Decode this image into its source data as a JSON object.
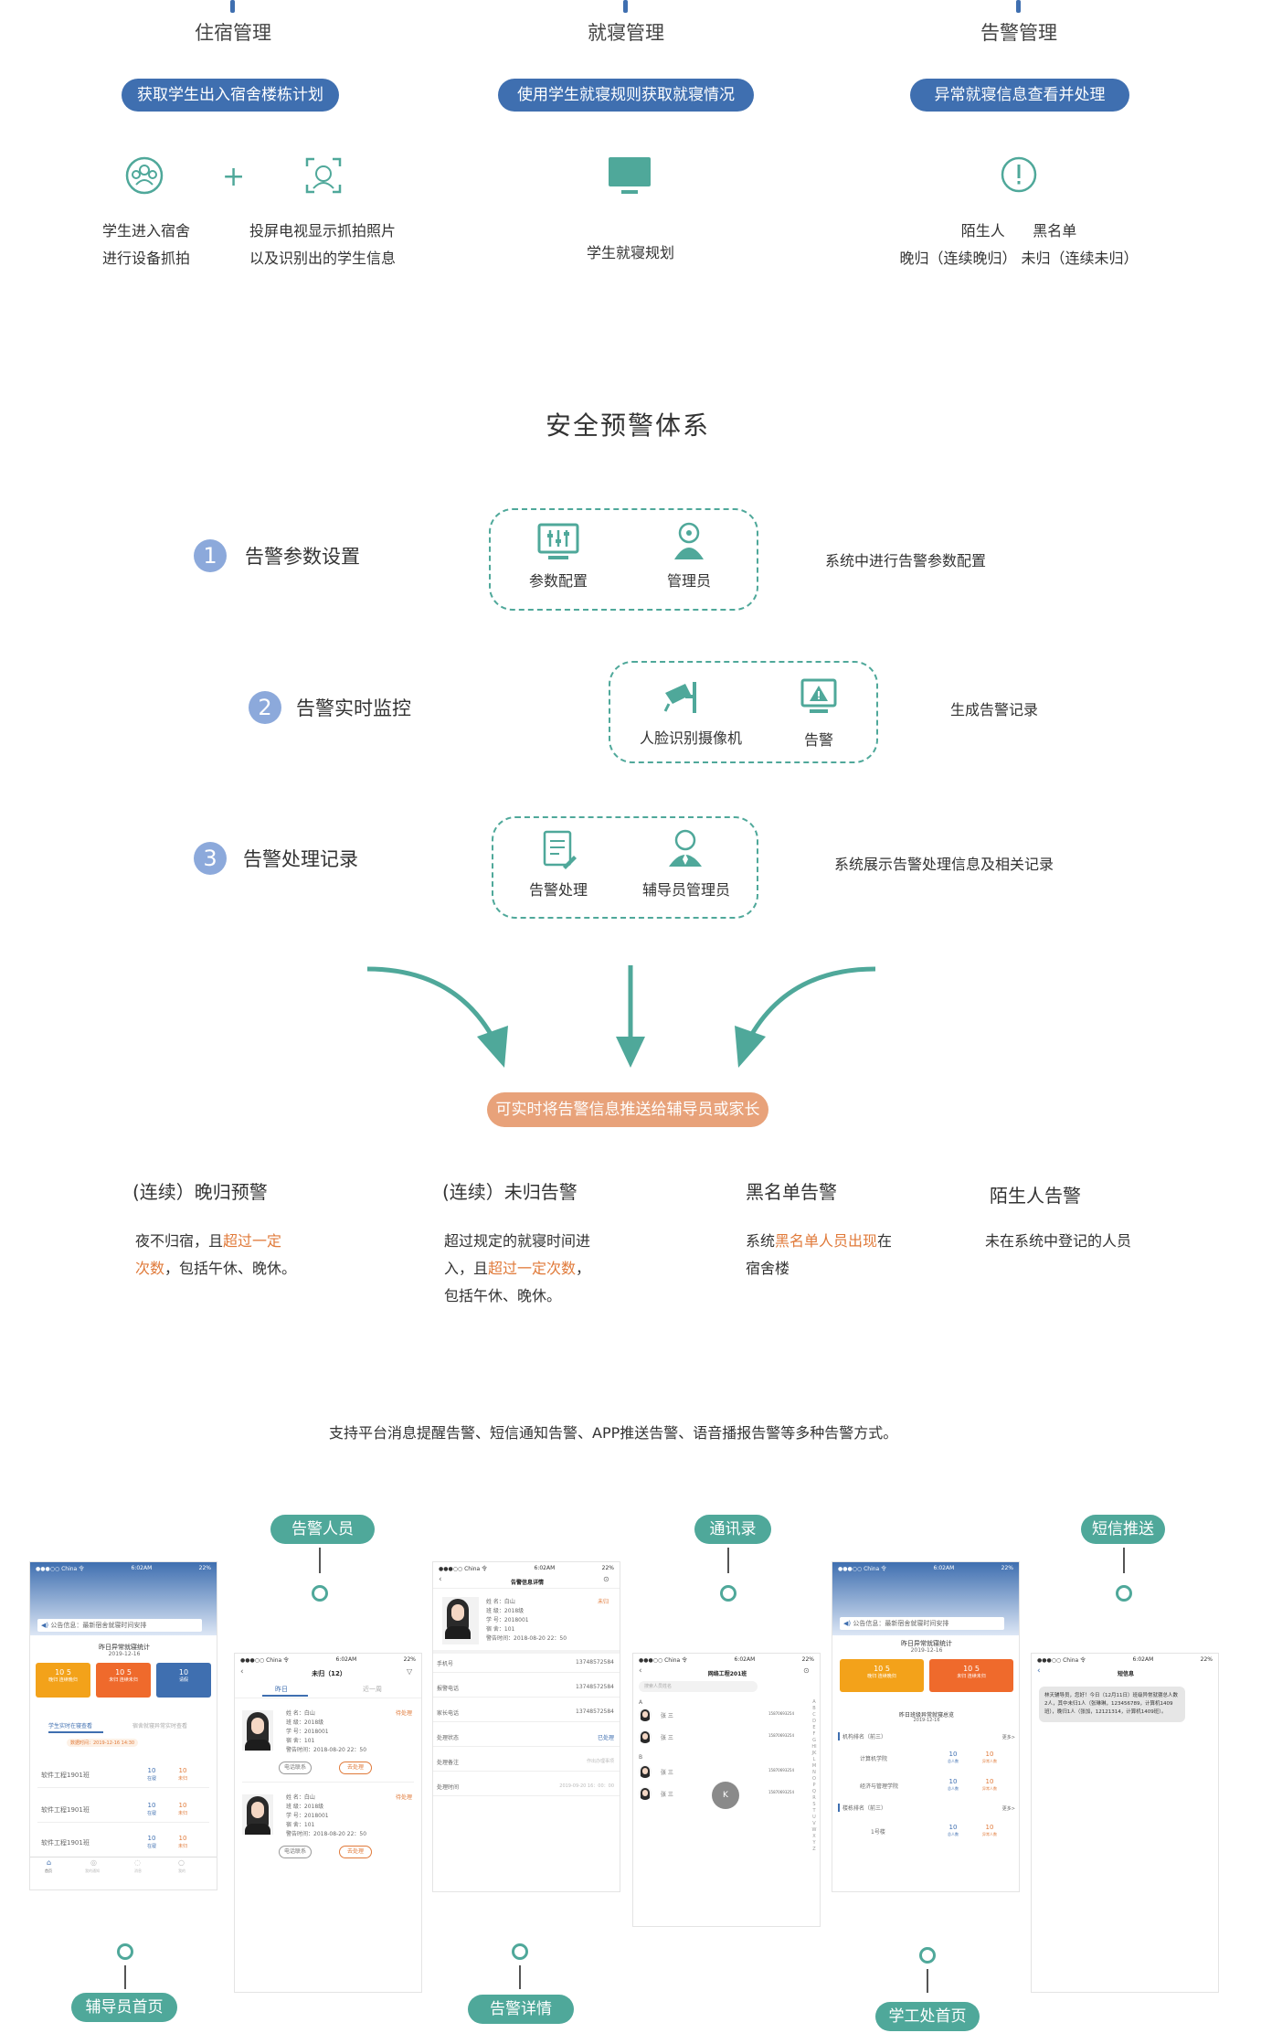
{
  "top": {
    "cols": [
      {
        "title": "住宿管理",
        "pill": "获取学生出入宿舍楼栋计划",
        "items": [
          "学生进入宿舍\n进行设备抓拍",
          "投屏电视显示抓拍照片\n以及识别出的学生信息"
        ],
        "plus": "+"
      },
      {
        "title": "就寝管理",
        "pill": "使用学生就寝规则获取就寝情况",
        "items": [
          "学生就寝规划"
        ]
      },
      {
        "title": "告警管理",
        "pill": "异常就寝信息查看并处理",
        "items": [
          "陌生人      黑名单\n晚归（连续晚归） 未归（连续未归）"
        ]
      }
    ]
  },
  "safety": {
    "title": "安全预警体系",
    "steps": [
      {
        "num": "1",
        "label": "告警参数设置",
        "sub": [
          "参数配置",
          "管理员"
        ],
        "desc": "系统中进行告警参数配置"
      },
      {
        "num": "2",
        "label": "告警实时监控",
        "sub": [
          "人脸识别摄像机",
          "告警"
        ],
        "desc": "生成告警记录"
      },
      {
        "num": "3",
        "label": "告警处理记录",
        "sub": [
          "告警处理",
          "辅导员管理员"
        ],
        "desc": "系统展示告警处理信息及相关记录"
      }
    ],
    "push_pill": "可实时将告警信息推送给辅导员或家长"
  },
  "categories": [
    {
      "title": "(连续）晚归预警",
      "desc_pre": "夜不归宿，且",
      "desc_hl": "超过一定\n次数",
      "desc_post": "，包括午休、晚休。"
    },
    {
      "title": "(连续）未归告警",
      "desc_pre": "超过规定的就寝时间进\n入，且",
      "desc_hl": "超过一定次数",
      "desc_post": "，\n包括午休、晚休。"
    },
    {
      "title": "黑名单告警",
      "desc_pre": "系统",
      "desc_hl": "黑名单人员出现",
      "desc_post": "在\n宿舍楼"
    },
    {
      "title": "陌生人告警",
      "desc_pre": "未在系统中登记的人员",
      "desc_hl": "",
      "desc_post": ""
    }
  ],
  "support_text": "支持平台消息提醒告警、短信通知告警、APP推送告警、语音播报告警等多种告警方式。",
  "phone_labels": {
    "top": [
      "告警人员",
      "通讯录",
      "短信推送"
    ],
    "bottom": [
      "辅导员首页",
      "告警详情",
      "学工处首页"
    ]
  },
  "phones": {
    "status": {
      "carrier": "●●●○○ China 令",
      "time": "6:02AM",
      "battery": "22%"
    },
    "home": {
      "notice": "公告信息：最新宿舍就寝时间安排",
      "stat_title": "昨日异常就寝统计",
      "stat_date": "2019-12-16",
      "tiles": [
        {
          "n": "10  5",
          "l": "晚归  连续晚归"
        },
        {
          "n": "10  5",
          "l": "未归  连续未归"
        },
        {
          "n": "10",
          "l": "请假"
        }
      ],
      "tabs": [
        "学生实时在寝查看",
        "宿舍就寝异常实时查看"
      ],
      "refresh": "数据时间：2019-12-16 14:30",
      "rows": [
        {
          "name": "软件工程1901班",
          "a": "10",
          "al": "在寝",
          "b": "10",
          "bl": "未归"
        },
        {
          "name": "软件工程1901班",
          "a": "10",
          "al": "在寝",
          "b": "10",
          "bl": "未归"
        },
        {
          "name": "软件工程1901班",
          "a": "10",
          "al": "在寝",
          "b": "10",
          "bl": "未归"
        }
      ],
      "nav": [
        "首页",
        "我的通知",
        "消息",
        "我的"
      ]
    },
    "alarm_list": {
      "title": "未归（12）",
      "tabs": [
        "昨日",
        "近一周"
      ],
      "person": {
        "name": "姓    名：白山",
        "cls": "班    级：2018级",
        "id": "学    号：2018001",
        "room": "宿    舍：101",
        "time": "警告时间：2018-08-20 22：50",
        "status": "待处理"
      },
      "btns": [
        "电话联系",
        "去处理"
      ]
    },
    "detail": {
      "title": "告警信息详情",
      "person": {
        "name": "姓    名：白山",
        "cls": "班    级：2018级",
        "id": "学    号：2018001",
        "room": "宿    舍：101",
        "time": "警告时间：2018-08-20 22：50",
        "status": "未归"
      },
      "rows": [
        {
          "k": "手机号",
          "v": "13748572584"
        },
        {
          "k": "报警电话",
          "v": "13748572584"
        },
        {
          "k": "家长电话",
          "v": "13748572584"
        },
        {
          "k": "处理状态",
          "v": "已处理"
        },
        {
          "k": "处理备注",
          "v": "作出办理事项"
        },
        {
          "k": "处理时间",
          "v": "2019-09-20  16：00：00"
        }
      ]
    },
    "contacts": {
      "title": "网络工程201班",
      "search": "搜索人员姓名",
      "groups": [
        {
          "letter": "A",
          "names": [
            "张 三",
            "张 三"
          ]
        },
        {
          "letter": "B",
          "names": [
            "张 三",
            "张 三"
          ]
        }
      ],
      "phone": "15870693254",
      "index_letter": "K",
      "alphabet": "ABCDEFGHIJKLMNOPQRSTUVWXYZ"
    },
    "xuegong": {
      "notice": "公告信息：最新宿舍就寝时间安排",
      "stat_title": "昨日异常就寝统计",
      "stat_date": "2019-12-16",
      "tiles": [
        {
          "n": "10  5",
          "l": "晚归  连续晚归"
        },
        {
          "n": "10  5",
          "l": "未归  连续未归"
        }
      ],
      "sum_title": "昨日班级异常就寝总览",
      "sum_date": "2019-12-16",
      "rank1": "机构排名（前三）",
      "more": "更多>",
      "rows1": [
        {
          "name": "计算机学院",
          "a": "10",
          "al": "总人数",
          "b": "10",
          "bl": "异常人数"
        },
        {
          "name": "经济与管理学院",
          "a": "10",
          "al": "总人数",
          "b": "10",
          "bl": "异常人数"
        }
      ],
      "rank2": "楼栋排名（前三）",
      "rows2": [
        {
          "name": "1号楼",
          "a": "10",
          "al": "总人数",
          "b": "10",
          "bl": "异常人数"
        }
      ]
    },
    "sms": {
      "title": "短信息",
      "message": "林天辅导员，您好！今日（12月11日）班级异常就寝总人数2人，其中未归1人（张琳琳，123456789，计算机1409班），晚归1人（张加，12121314，计算机1409班）。"
    }
  }
}
